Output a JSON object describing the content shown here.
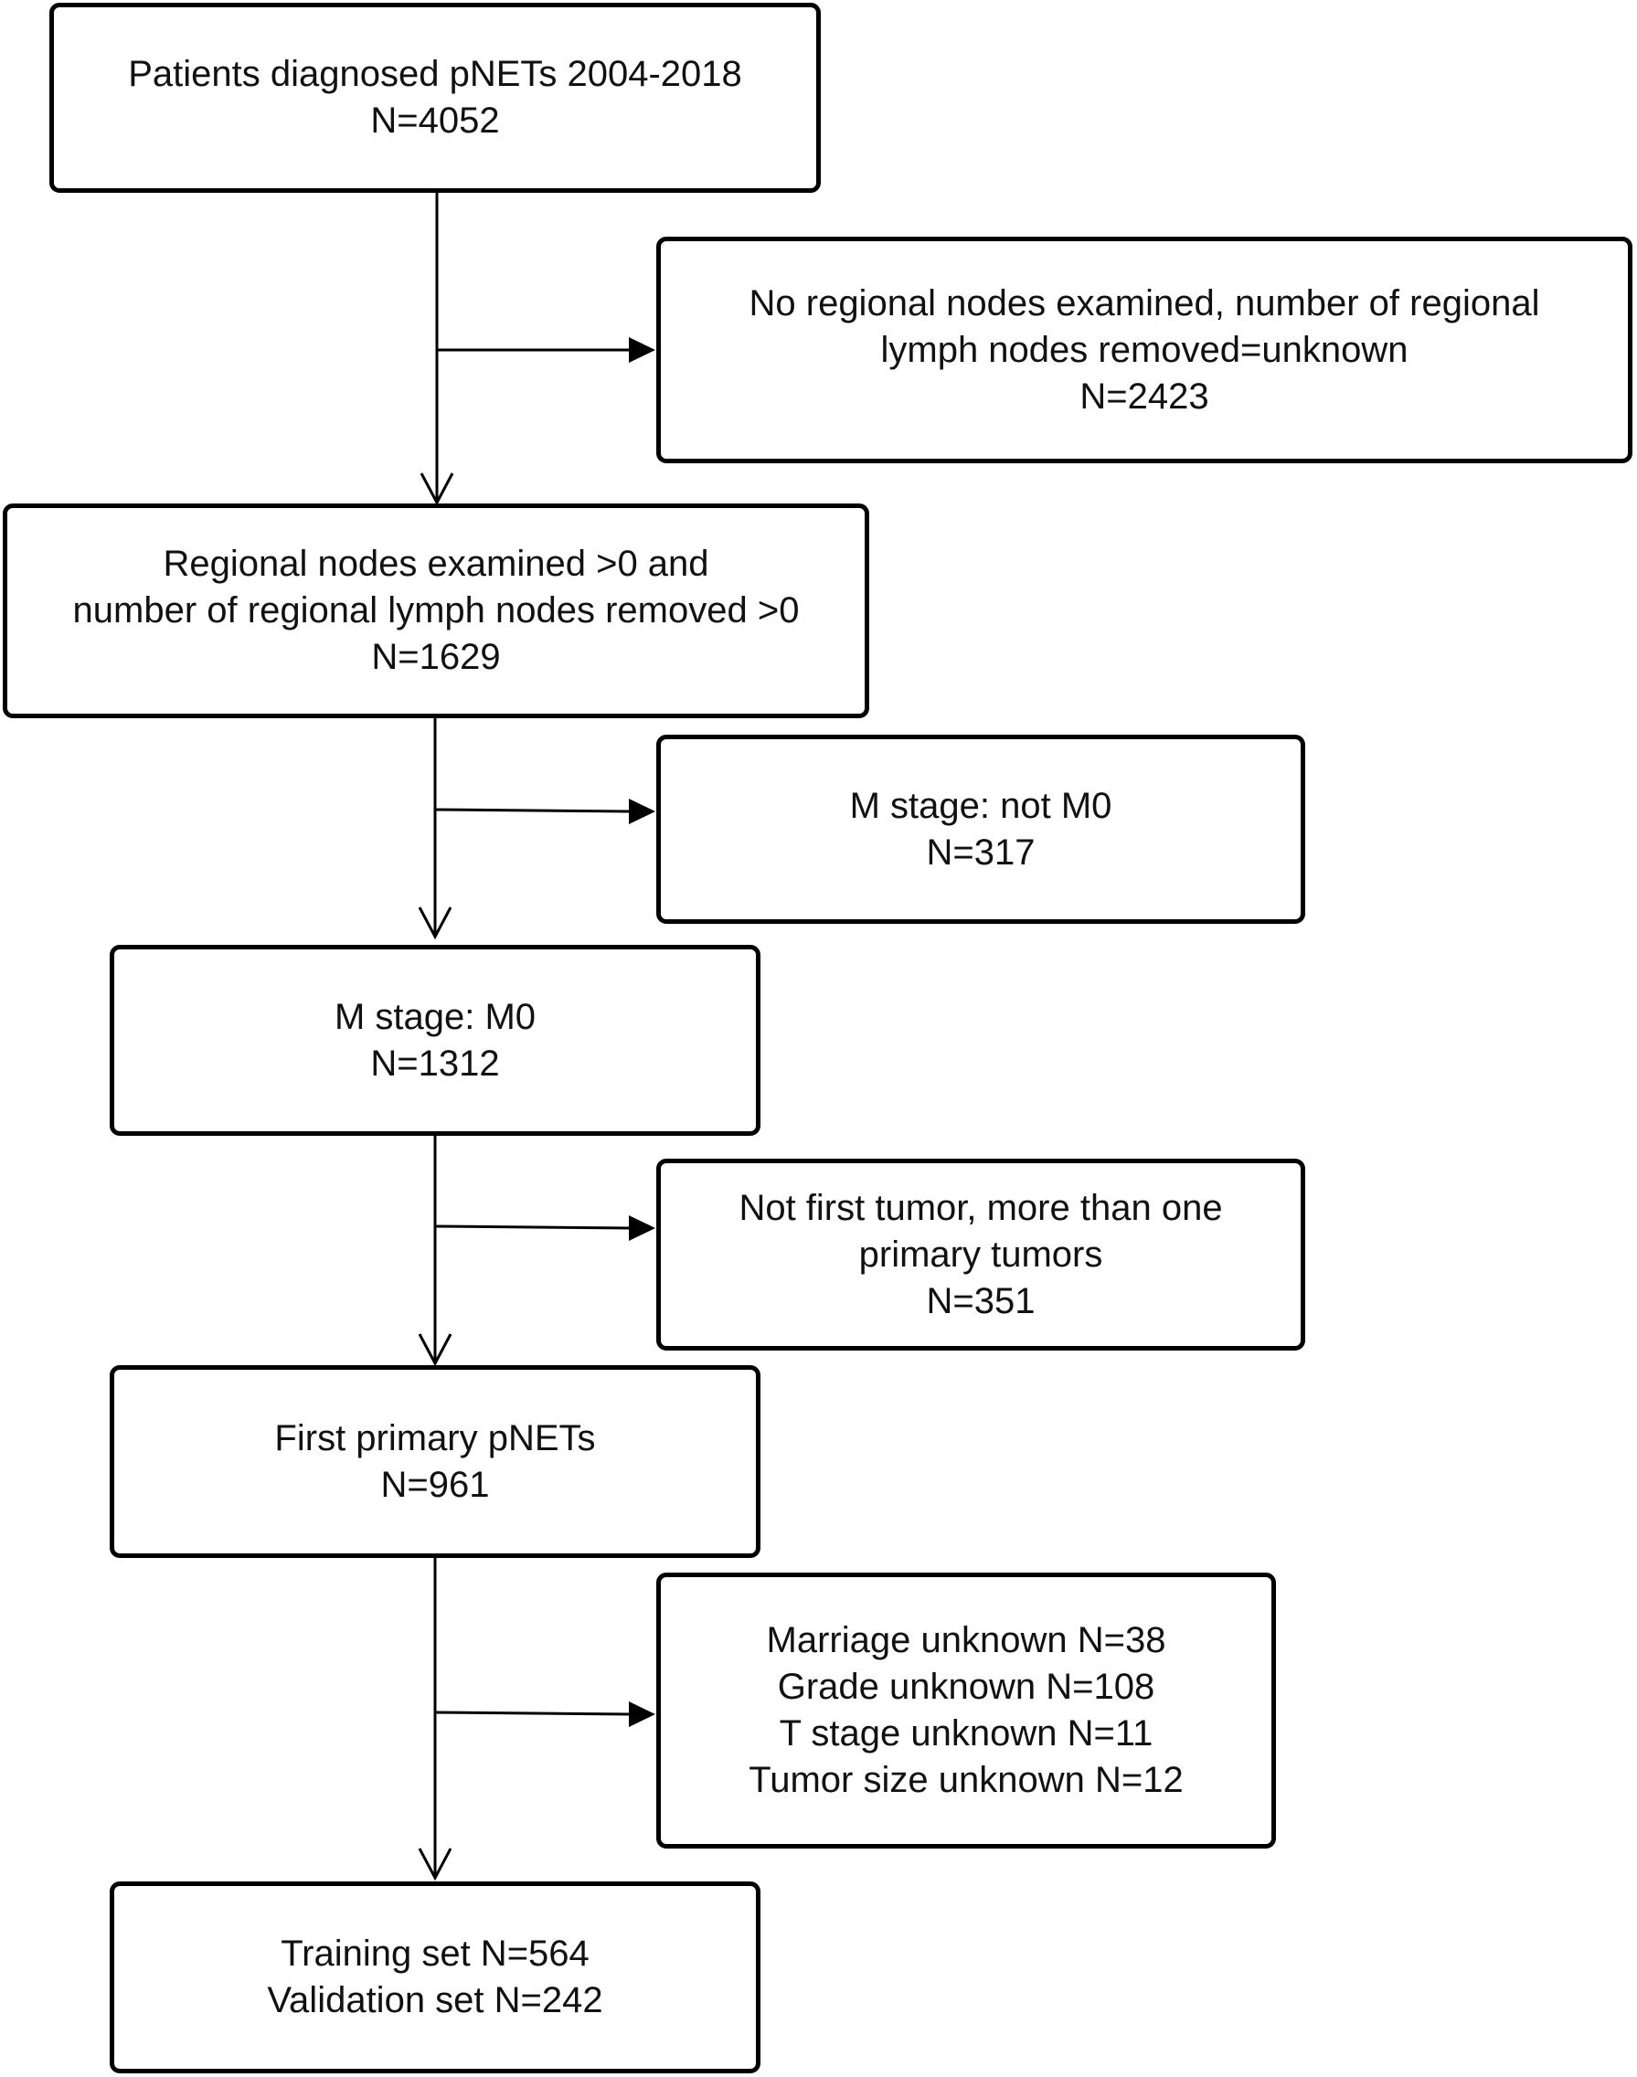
{
  "diagram": {
    "type": "flowchart",
    "boxes": [
      {
        "id": "all_patients",
        "lines": [
          "Patients diagnosed pNETs 2004-2018",
          "N=4052"
        ]
      },
      {
        "id": "excluded_nodes",
        "lines": [
          "No regional nodes examined, number of regional",
          "lymph nodes removed=unknown",
          "N=2423"
        ]
      },
      {
        "id": "nodes_examined",
        "lines": [
          "Regional nodes examined >0 and",
          "number of regional lymph nodes removed >0",
          "N=1629"
        ]
      },
      {
        "id": "excluded_m_stage",
        "lines": [
          "M stage: not M0",
          "N=317"
        ]
      },
      {
        "id": "m0",
        "lines": [
          "M stage: M0",
          "N=1312"
        ]
      },
      {
        "id": "excluded_not_first",
        "lines": [
          "Not first tumor, more than one",
          "primary tumors",
          "N=351"
        ]
      },
      {
        "id": "first_primary",
        "lines": [
          "First primary pNETs",
          "N=961"
        ]
      },
      {
        "id": "excluded_unknown",
        "lines": [
          "Marriage unknown N=38",
          "Grade unknown N=108",
          "T stage unknown N=11",
          "Tumor size unknown N=12"
        ]
      },
      {
        "id": "final_sets",
        "lines": [
          "Training set N=564",
          "Validation set N=242"
        ]
      }
    ],
    "edges": [
      {
        "from": "all_patients",
        "to": "nodes_examined",
        "kind": "main"
      },
      {
        "from": "all_patients",
        "to": "excluded_nodes",
        "kind": "exclusion"
      },
      {
        "from": "nodes_examined",
        "to": "m0",
        "kind": "main"
      },
      {
        "from": "nodes_examined",
        "to": "excluded_m_stage",
        "kind": "exclusion"
      },
      {
        "from": "m0",
        "to": "first_primary",
        "kind": "main"
      },
      {
        "from": "m0",
        "to": "excluded_not_first",
        "kind": "exclusion"
      },
      {
        "from": "first_primary",
        "to": "final_sets",
        "kind": "main"
      },
      {
        "from": "first_primary",
        "to": "excluded_unknown",
        "kind": "exclusion"
      }
    ]
  }
}
